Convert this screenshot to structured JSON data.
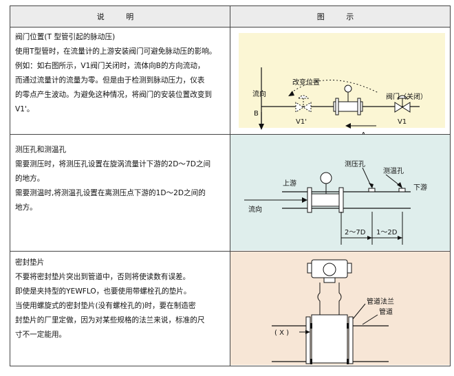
{
  "header": {
    "col1": "说 明",
    "col2": "图 示"
  },
  "row1": {
    "title": "阀门位置(T 型管引起的脉动压)",
    "lines": [
      "使用T型管时，在流量计的上游安装阀门可避免脉动压的影响。",
      "例如：如右图所示，V1阀门关闭时，流体向B的方向流动，",
      "而通过流量计的流量为零。但是由于检测到脉动压力，仪表",
      "的零点产生波动。为避免这种情况，将阀门的安装位置改变到",
      "V1'。"
    ],
    "fig": {
      "change_pos": "改变位置",
      "flow": "流向",
      "b": "B",
      "a": "A",
      "valve": "阀门（关闭）",
      "v1p": "V1'",
      "v1": "V1"
    }
  },
  "row2": {
    "title": "测压孔和测温孔",
    "lines": [
      "需要测压时，将测压孔设置在旋涡流量计下游的2D～7D之间",
      "的地方。",
      "需要测温时,将测温孔设置在离测压点下游的1D～2D之间的",
      "地方。"
    ],
    "fig": {
      "pressure_hole": "测压孔",
      "temp_hole": "测温孔",
      "upstream": "上游",
      "downstream": "下游",
      "flow": "流向",
      "dim1": "2～7D",
      "dim2": "1～2D"
    }
  },
  "row3": {
    "title": "密封垫片",
    "lines": [
      "不要将密封垫片突出到管道中，否则将使读数有误差。",
      "即使是夹持型的YEWFLO，也要使用带螺栓孔的垫片。",
      "当使用螺旋式的密封垫片(没有螺栓孔的)时，要在制造密",
      "封垫片的厂里定做，因为对某些规格的法兰来说，标准的尺",
      "寸不一定能用。"
    ],
    "fig": {
      "flange": "管道法兰",
      "pipe": "管道",
      "x": "( X )"
    }
  }
}
